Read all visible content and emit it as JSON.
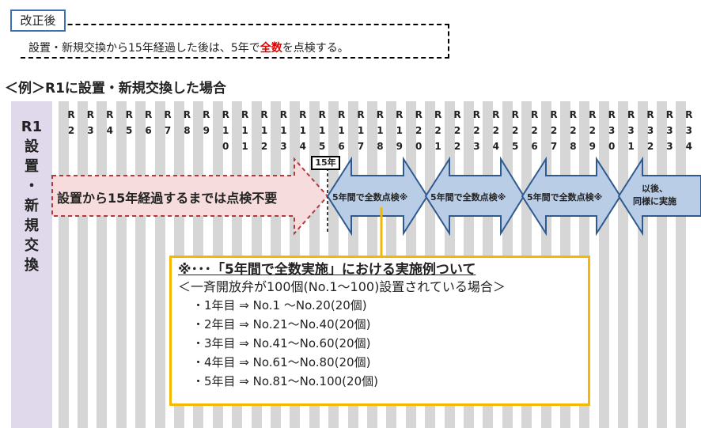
{
  "header": {
    "tag": "改正後",
    "rule_parts": [
      "設置・新規交換から15年経過した後は、5年で",
      "全数",
      "を点検する。"
    ]
  },
  "example_title": "＜例＞R1に設置・新規交換した場合",
  "row_label": [
    "R1",
    "設",
    "置",
    "・",
    "新",
    "規",
    "交",
    "換"
  ],
  "years": [
    [
      "R",
      "2"
    ],
    [
      "R",
      "3"
    ],
    [
      "R",
      "4"
    ],
    [
      "R",
      "5"
    ],
    [
      "R",
      "6"
    ],
    [
      "R",
      "7"
    ],
    [
      "R",
      "8"
    ],
    [
      "R",
      "9"
    ],
    [
      "R",
      "1",
      "0"
    ],
    [
      "R",
      "1",
      "1"
    ],
    [
      "R",
      "1",
      "2"
    ],
    [
      "R",
      "1",
      "3"
    ],
    [
      "R",
      "1",
      "4"
    ],
    [
      "R",
      "1",
      "5"
    ],
    [
      "R",
      "1",
      "6"
    ],
    [
      "R",
      "1",
      "7"
    ],
    [
      "R",
      "1",
      "8"
    ],
    [
      "R",
      "1",
      "9"
    ],
    [
      "R",
      "2",
      "0"
    ],
    [
      "R",
      "2",
      "1"
    ],
    [
      "R",
      "2",
      "2"
    ],
    [
      "R",
      "2",
      "3"
    ],
    [
      "R",
      "2",
      "4"
    ],
    [
      "R",
      "2",
      "5"
    ],
    [
      "R",
      "2",
      "6"
    ],
    [
      "R",
      "2",
      "7"
    ],
    [
      "R",
      "2",
      "8"
    ],
    [
      "R",
      "2",
      "9"
    ],
    [
      "R",
      "3",
      "0"
    ],
    [
      "R",
      "3",
      "1"
    ],
    [
      "R",
      "3",
      "2"
    ],
    [
      "R",
      "3",
      "3"
    ],
    [
      "R",
      "3",
      "4"
    ]
  ],
  "pink_arrow_text": "設置から15年経過するまでは点検不要",
  "badge": "15年",
  "blue_arrows": [
    "5年間で全数点検※",
    "5年間で全数点検※",
    "5年間で全数点検※"
  ],
  "last_arrow": [
    "以後、",
    "同様に実施"
  ],
  "note": {
    "title": "※･･･「5年間で全数実施」における実施例ついて",
    "subtitle": "＜一斉開放弁が100個(No.1～100)設置されている場合＞",
    "items": [
      "・1年目 ⇒ No.1 ～No.20(20個)",
      "・2年目 ⇒ No.21～No.40(20個)",
      "・3年目 ⇒ No.41～No.60(20個)",
      "・4年目 ⇒ No.61～No.80(20個)",
      "・5年目 ⇒ No.81～No.100(20個)"
    ]
  },
  "colors": {
    "tag_border": "#3e6fb2",
    "red": "#e00000",
    "pink_fill": "#f6dcdc",
    "pink_border": "#b33a3a",
    "blue_fill": "#b9cde6",
    "blue_border": "#2f5a8d",
    "note_border": "#f5b800",
    "stripe": "#d6d6d6",
    "left_band": "#e0d8eb"
  }
}
